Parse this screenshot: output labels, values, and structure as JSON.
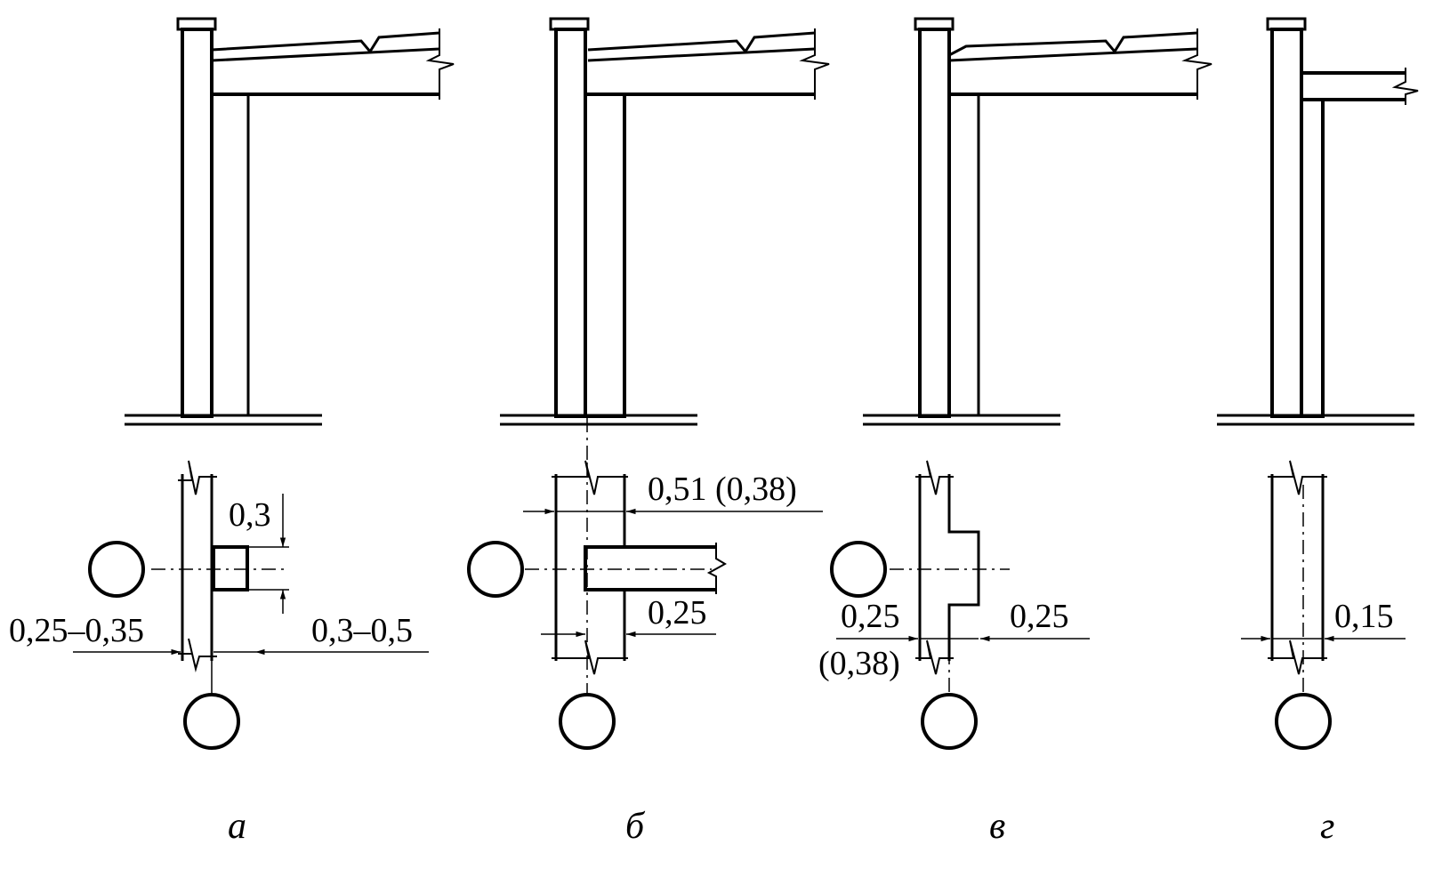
{
  "panels": [
    {
      "caption": "а",
      "dims": {
        "stub_width": "0,3",
        "wall_offset": "0,25–0,35",
        "stub_length": "0,3–0,5"
      }
    },
    {
      "caption": "б",
      "dims": {
        "wall_thickness": "0,51 (0,38)",
        "offset": "0,25"
      }
    },
    {
      "caption": "в",
      "dims": {
        "left_offset": "0,25",
        "left_offset_alt": "(0,38)",
        "right_offset": "0,25"
      }
    },
    {
      "caption": "г",
      "dims": {
        "offset": "0,15"
      }
    }
  ]
}
